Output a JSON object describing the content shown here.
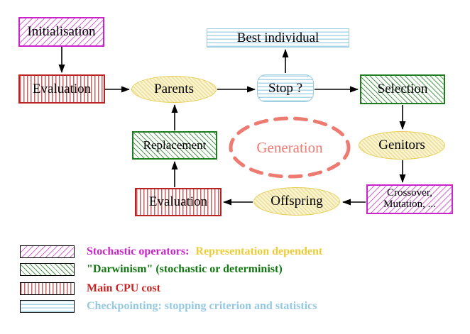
{
  "colors": {
    "magenta": "#cc22cc",
    "magenta-line": "#d96cd9",
    "green": "#1e7d1e",
    "green-line": "#4f9a4f",
    "red": "#bb2222",
    "red-line": "#cc6060",
    "cyan": "#99cbe0",
    "cyan-line": "#aad6e8",
    "yellow-border": "#e6cf55",
    "yellow-line": "#ecdf9a",
    "yellow-fill": "#faf4d2",
    "salmon": "#ee7b72",
    "gold-text": "#eecc33",
    "green-text": "#117711",
    "red-text": "#cc2222",
    "cyan-text": "#94c9e2"
  },
  "nodes": {
    "initialisation": {
      "label": "Initialisation"
    },
    "evaluation_top": {
      "label": "Evaluation"
    },
    "parents": {
      "label": "Parents"
    },
    "best_individual": {
      "label": "Best individual"
    },
    "stop": {
      "label": "Stop ?"
    },
    "selection": {
      "label": "Selection"
    },
    "genitors": {
      "label": "Genitors"
    },
    "crossover": {
      "line1": "Crossover,",
      "line2": "Mutation, ..."
    },
    "offspring": {
      "label": "Offspring"
    },
    "evaluation_bottom": {
      "label": "Evaluation"
    },
    "replacement": {
      "label": "Replacement"
    },
    "generation": {
      "label": "Generation"
    }
  },
  "legend": {
    "items": [
      {
        "name": "stochastic-operators",
        "text": "Stochastic operators:",
        "text2": "Representation dependent"
      },
      {
        "name": "darwinism",
        "text": "\"Darwinism\" (stochastic or determinist)"
      },
      {
        "name": "main-cpu-cost",
        "text": "Main CPU cost"
      },
      {
        "name": "checkpointing",
        "text": "Checkpointing: stopping criterion and statistics"
      }
    ]
  }
}
